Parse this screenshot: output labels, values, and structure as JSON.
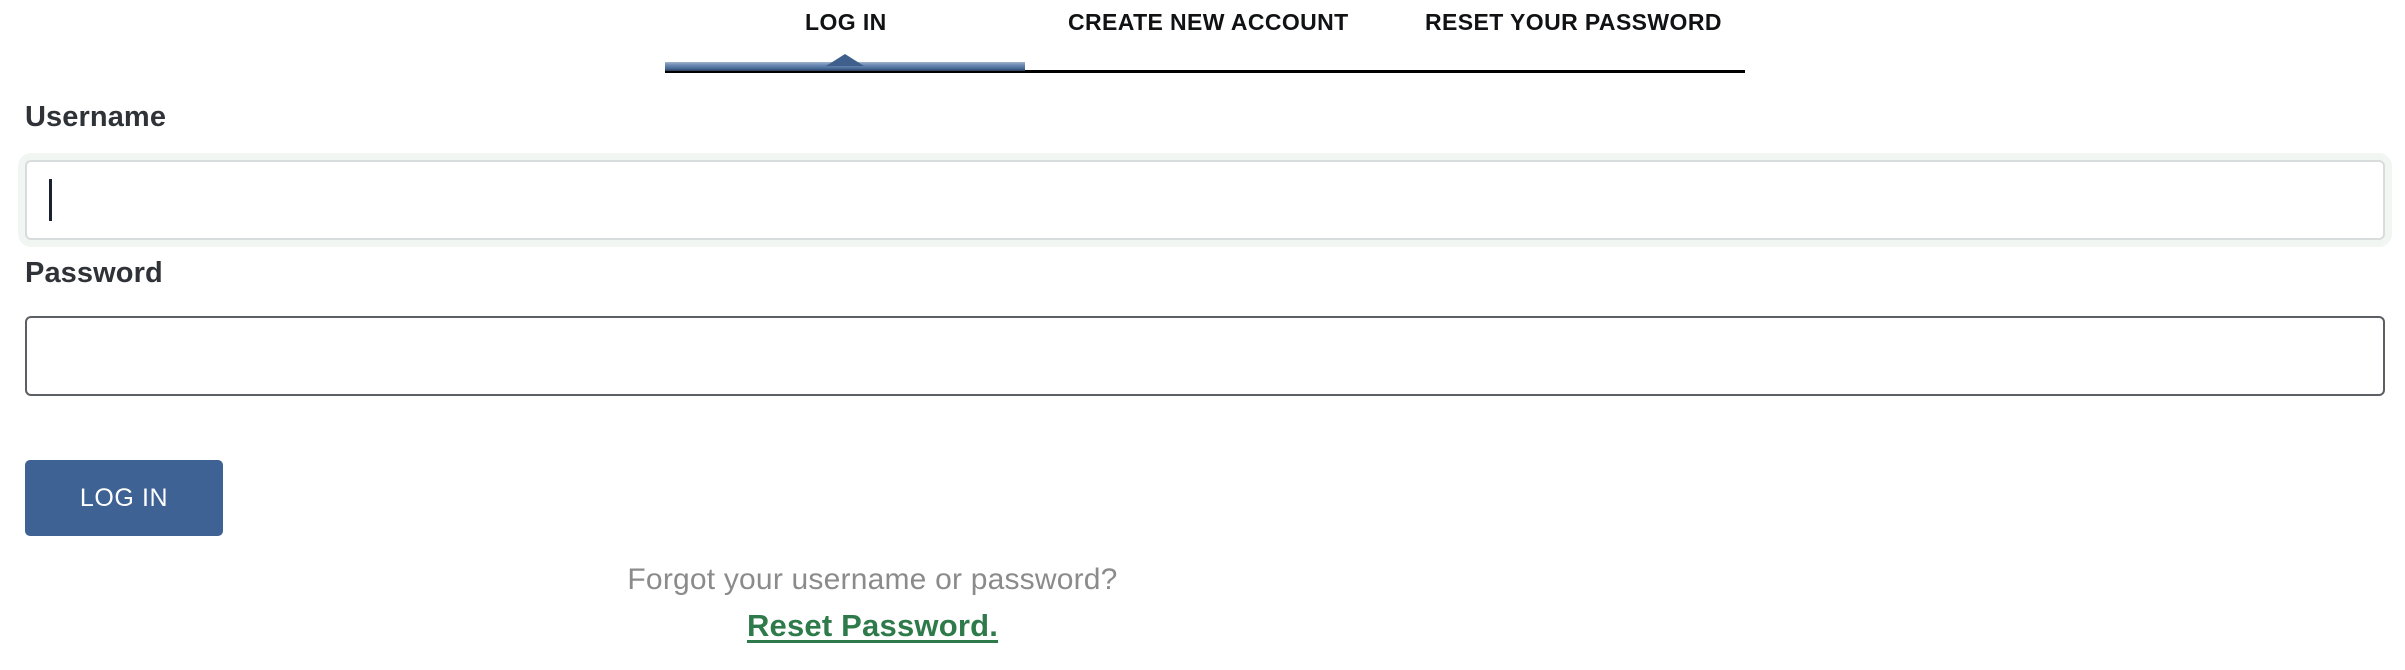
{
  "tabs": {
    "items": [
      {
        "label": "LOG IN",
        "active": true
      },
      {
        "label": "CREATE NEW ACCOUNT",
        "active": false
      },
      {
        "label": "RESET YOUR PASSWORD",
        "active": false
      }
    ],
    "active_indicator_color": "#4a6d9b",
    "baseline_color": "#000000"
  },
  "form": {
    "username": {
      "label": "Username",
      "value": "",
      "placeholder": "",
      "focused": true
    },
    "password": {
      "label": "Password",
      "value": "",
      "placeholder": "",
      "focused": false
    },
    "submit": {
      "label": "LOG IN",
      "color": "#3e6293",
      "text_color": "#ffffff"
    }
  },
  "footer": {
    "forgot_text": "Forgot your username or password?",
    "reset_link": "Reset Password.",
    "forgot_text_color": "#8b8b8b",
    "reset_link_color": "#2f7a4b"
  }
}
